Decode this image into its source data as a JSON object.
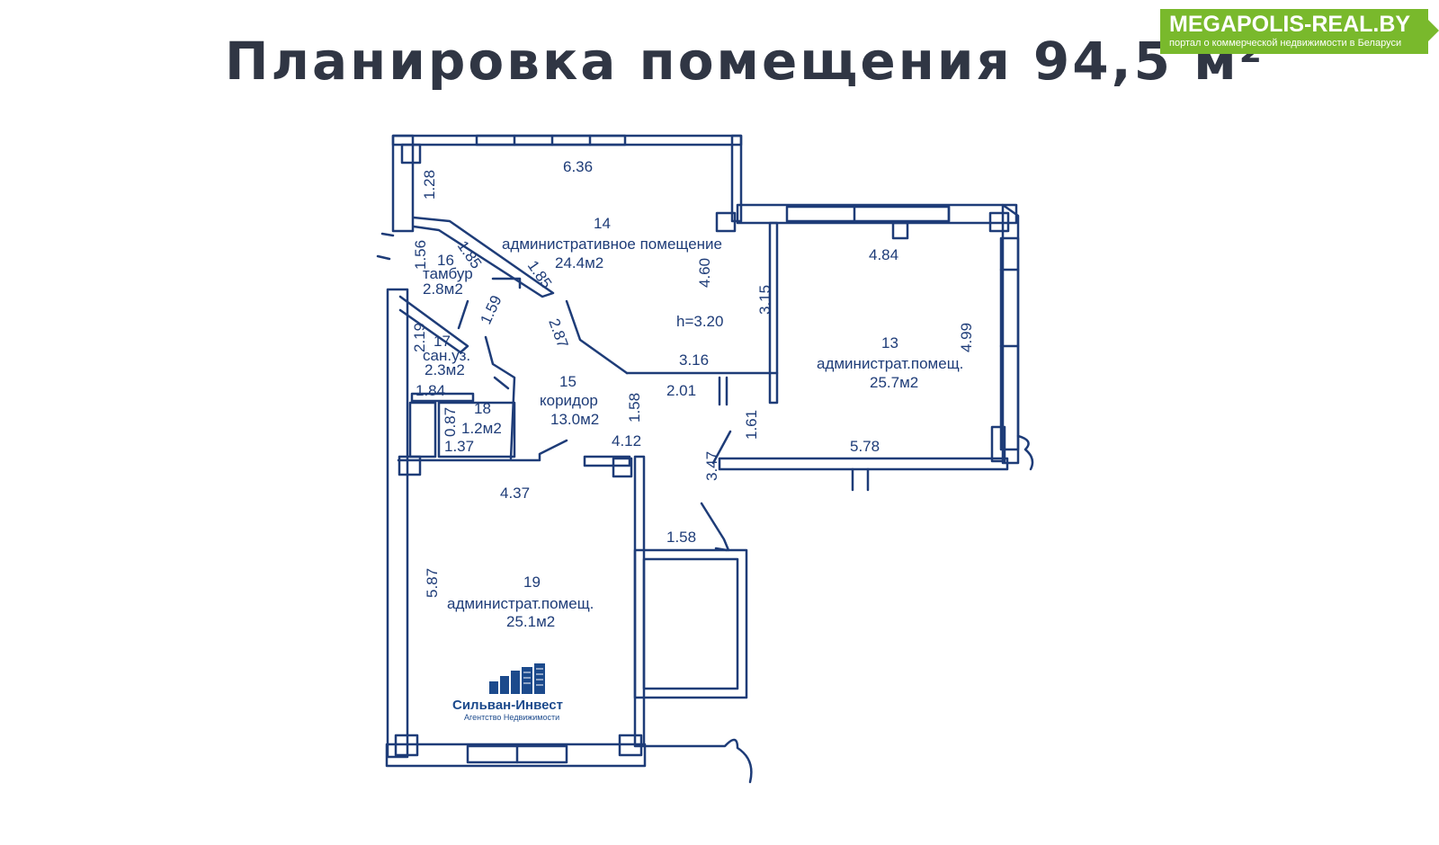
{
  "title": "Планировка помещения 94,5 м²",
  "brand": {
    "name": "MEGAPOLIS-REAL.BY",
    "tagline": "портал о коммерческой недвижимости в Беларуси",
    "color": "#79b92c"
  },
  "plan": {
    "line_color": "#1e3c78",
    "ceiling_height": "h=3.20",
    "rooms": [
      {
        "number": "14",
        "name": "административное помещение",
        "area": "24.4м2"
      },
      {
        "number": "16",
        "name": "тамбур",
        "area": "2.8м2"
      },
      {
        "number": "17",
        "name": "сан.уз.",
        "area": "2.3м2"
      },
      {
        "number": "18",
        "area": "1.2м2"
      },
      {
        "number": "15",
        "name": "коридор",
        "area": "13.0м2"
      },
      {
        "number": "13",
        "name": "администрат.помещ.",
        "area": "25.7м2"
      },
      {
        "number": "19",
        "name": "администрат.помещ.",
        "area": "25.1м2"
      }
    ],
    "dimensions": [
      "6.36",
      "1.28",
      "1.56",
      "1.85",
      "1.85",
      "1.59",
      "2.87",
      "4.60",
      "3.15",
      "4.84",
      "4.99",
      "3.16",
      "2.01",
      "1.58",
      "2.19",
      "1.84",
      "0.87",
      "1.37",
      "4.12",
      "1.61",
      "3.47",
      "5.78",
      "4.37",
      "1.58",
      "5.87"
    ]
  },
  "agency": {
    "name": "Сильван-Инвест",
    "subtitle": "Агентство Недвижимости",
    "color": "#1c4a8c"
  }
}
